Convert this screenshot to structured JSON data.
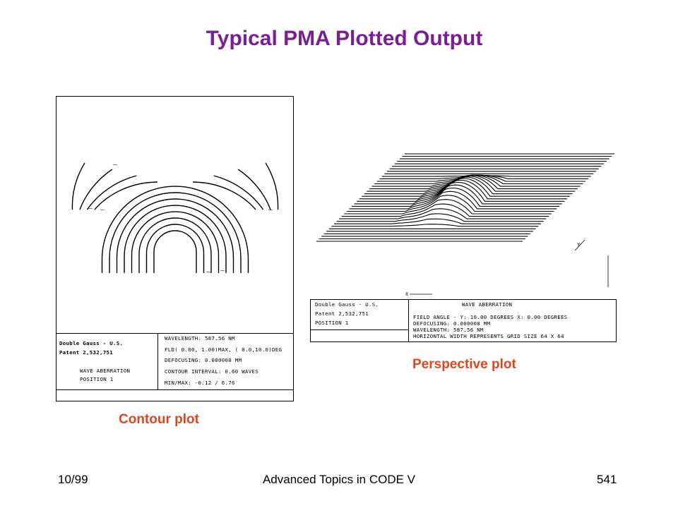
{
  "slide": {
    "title": "Typical PMA Plotted Output",
    "title_color": "#7a1e94",
    "caption_color": "#e0461e"
  },
  "contour_panel": {
    "caption": "Contour plot",
    "lens_name": "Double Gauss - U.S.",
    "patent": "Patent 2,532,751",
    "plot_type": "WAVE ABERRATION",
    "position": "POSITION  1",
    "wavelength": "WAVELENGTH:  587.56 NM",
    "field": "FLD( 0.00, 1.00)MAX, ( 0.0,10.0)DEG",
    "defocusing": "DEFOCUSING:  0.000000 MM",
    "contour_interval": "CONTOUR INTERVAL:  0.60 WAVES",
    "min_max": "MIN/MAX: -0.12 / 6.76"
  },
  "perspective_panel": {
    "caption": "Perspective plot",
    "lens_name": "Double Gauss - U.S.",
    "patent": "Patent 2,532,751",
    "position": "POSITION  1",
    "plot_type": "WAVE ABERRATION",
    "field_angle": "FIELD ANGLE - Y: 10.00 DEGREES  X: 0.00 DEGREES",
    "defocusing": "DEFOCUSING:  0.000000 MM",
    "wavelength": "WAVELENGTH:  587.56 NM",
    "grid_size": "HORIZONTAL WIDTH REPRESENTS GRID SIZE  64  X  64",
    "x_axis_label": "X",
    "y_axis_label": "Y"
  },
  "footer": {
    "date": "10/99",
    "course": "Advanced Topics in CODE V",
    "page": "541"
  }
}
